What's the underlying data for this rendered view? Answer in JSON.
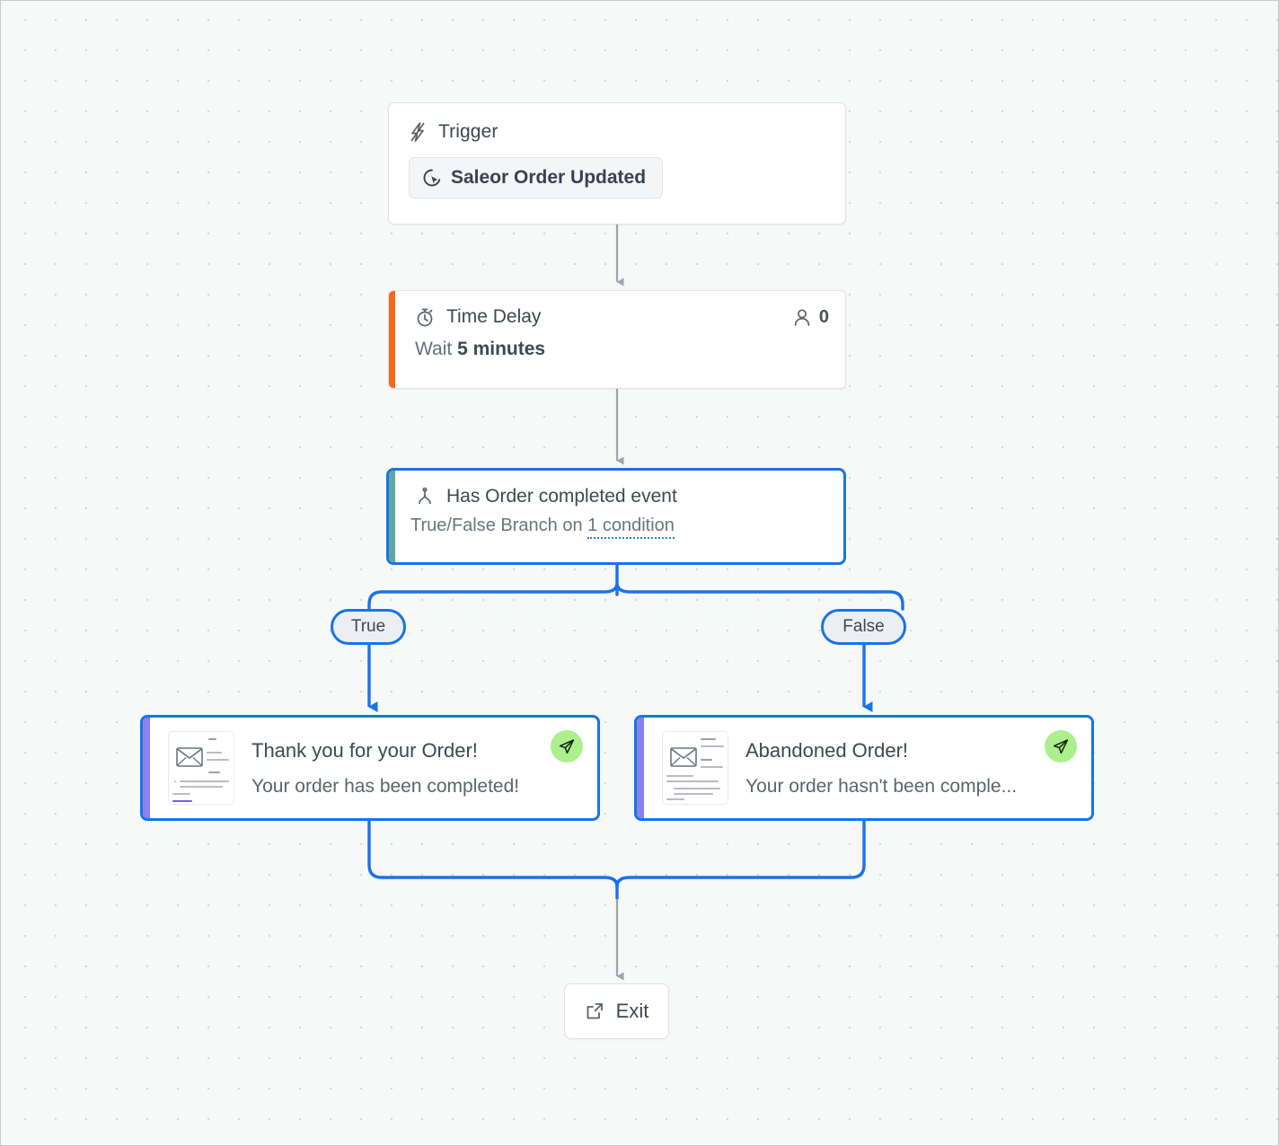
{
  "canvas": {
    "background_color": "#f7f8f8",
    "dot_color": "#d4d6d8",
    "border_color": "#c8cbcd"
  },
  "colors": {
    "selection_blue": "#1a73e8",
    "edge_gray": "#9aa5ad",
    "delay_accent_orange": "#f2681c",
    "condition_accent_teal": "#5fa8a0",
    "email_accent_purple": "#8b80ef",
    "send_badge_green": "#abf08d",
    "link_blue": "#2f7fd8"
  },
  "nodes": {
    "trigger": {
      "icon": "lightning-bolt-icon",
      "title": "Trigger",
      "chip": {
        "icon": "saleor-cursor-icon",
        "label": "Saleor Order Updated"
      }
    },
    "time_delay": {
      "icon": "stopwatch-icon",
      "title": "Time Delay",
      "counter_icon": "user-icon",
      "counter_value": "0",
      "wait_prefix": "Wait",
      "wait_value": "5 minutes"
    },
    "condition": {
      "icon": "branch-split-icon",
      "title": "Has Order completed event",
      "subtitle_prefix": "True/False Branch on",
      "subtitle_link": "1 condition"
    },
    "branches": {
      "true_label": "True",
      "false_label": "False"
    },
    "email_true": {
      "subject": "Thank you for your Order!",
      "preview": "Your order has been completed!",
      "thumbnail_icon": "envelope-icon",
      "badge_icon": "paper-plane-icon"
    },
    "email_false": {
      "subject": "Abandoned Order!",
      "preview": "Your order hasn't been comple...",
      "thumbnail_icon": "envelope-icon",
      "badge_icon": "paper-plane-icon"
    },
    "exit": {
      "icon": "external-link-icon",
      "label": "Exit"
    }
  }
}
